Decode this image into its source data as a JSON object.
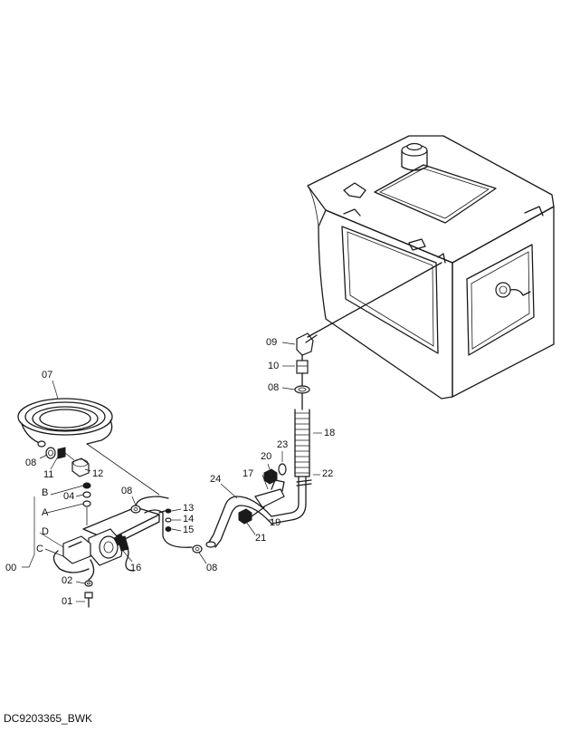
{
  "diagram_code": "DC9203365_BWK",
  "callouts": {
    "p07": "07",
    "p08a": "08",
    "p11": "11",
    "p12": "12",
    "B": "B",
    "p04": "04",
    "A": "A",
    "D": "D",
    "C": "C",
    "p00": "00",
    "p02": "02",
    "p01": "01",
    "p08b": "08",
    "p13": "13",
    "p14": "14",
    "p15": "15",
    "p16": "16",
    "p08c": "08",
    "p09": "09",
    "p10": "10",
    "p08d": "08",
    "p18": "18",
    "p23": "23",
    "p20": "20",
    "p17": "17",
    "p22": "22",
    "p24": "24",
    "p19": "19",
    "p21": "21"
  }
}
